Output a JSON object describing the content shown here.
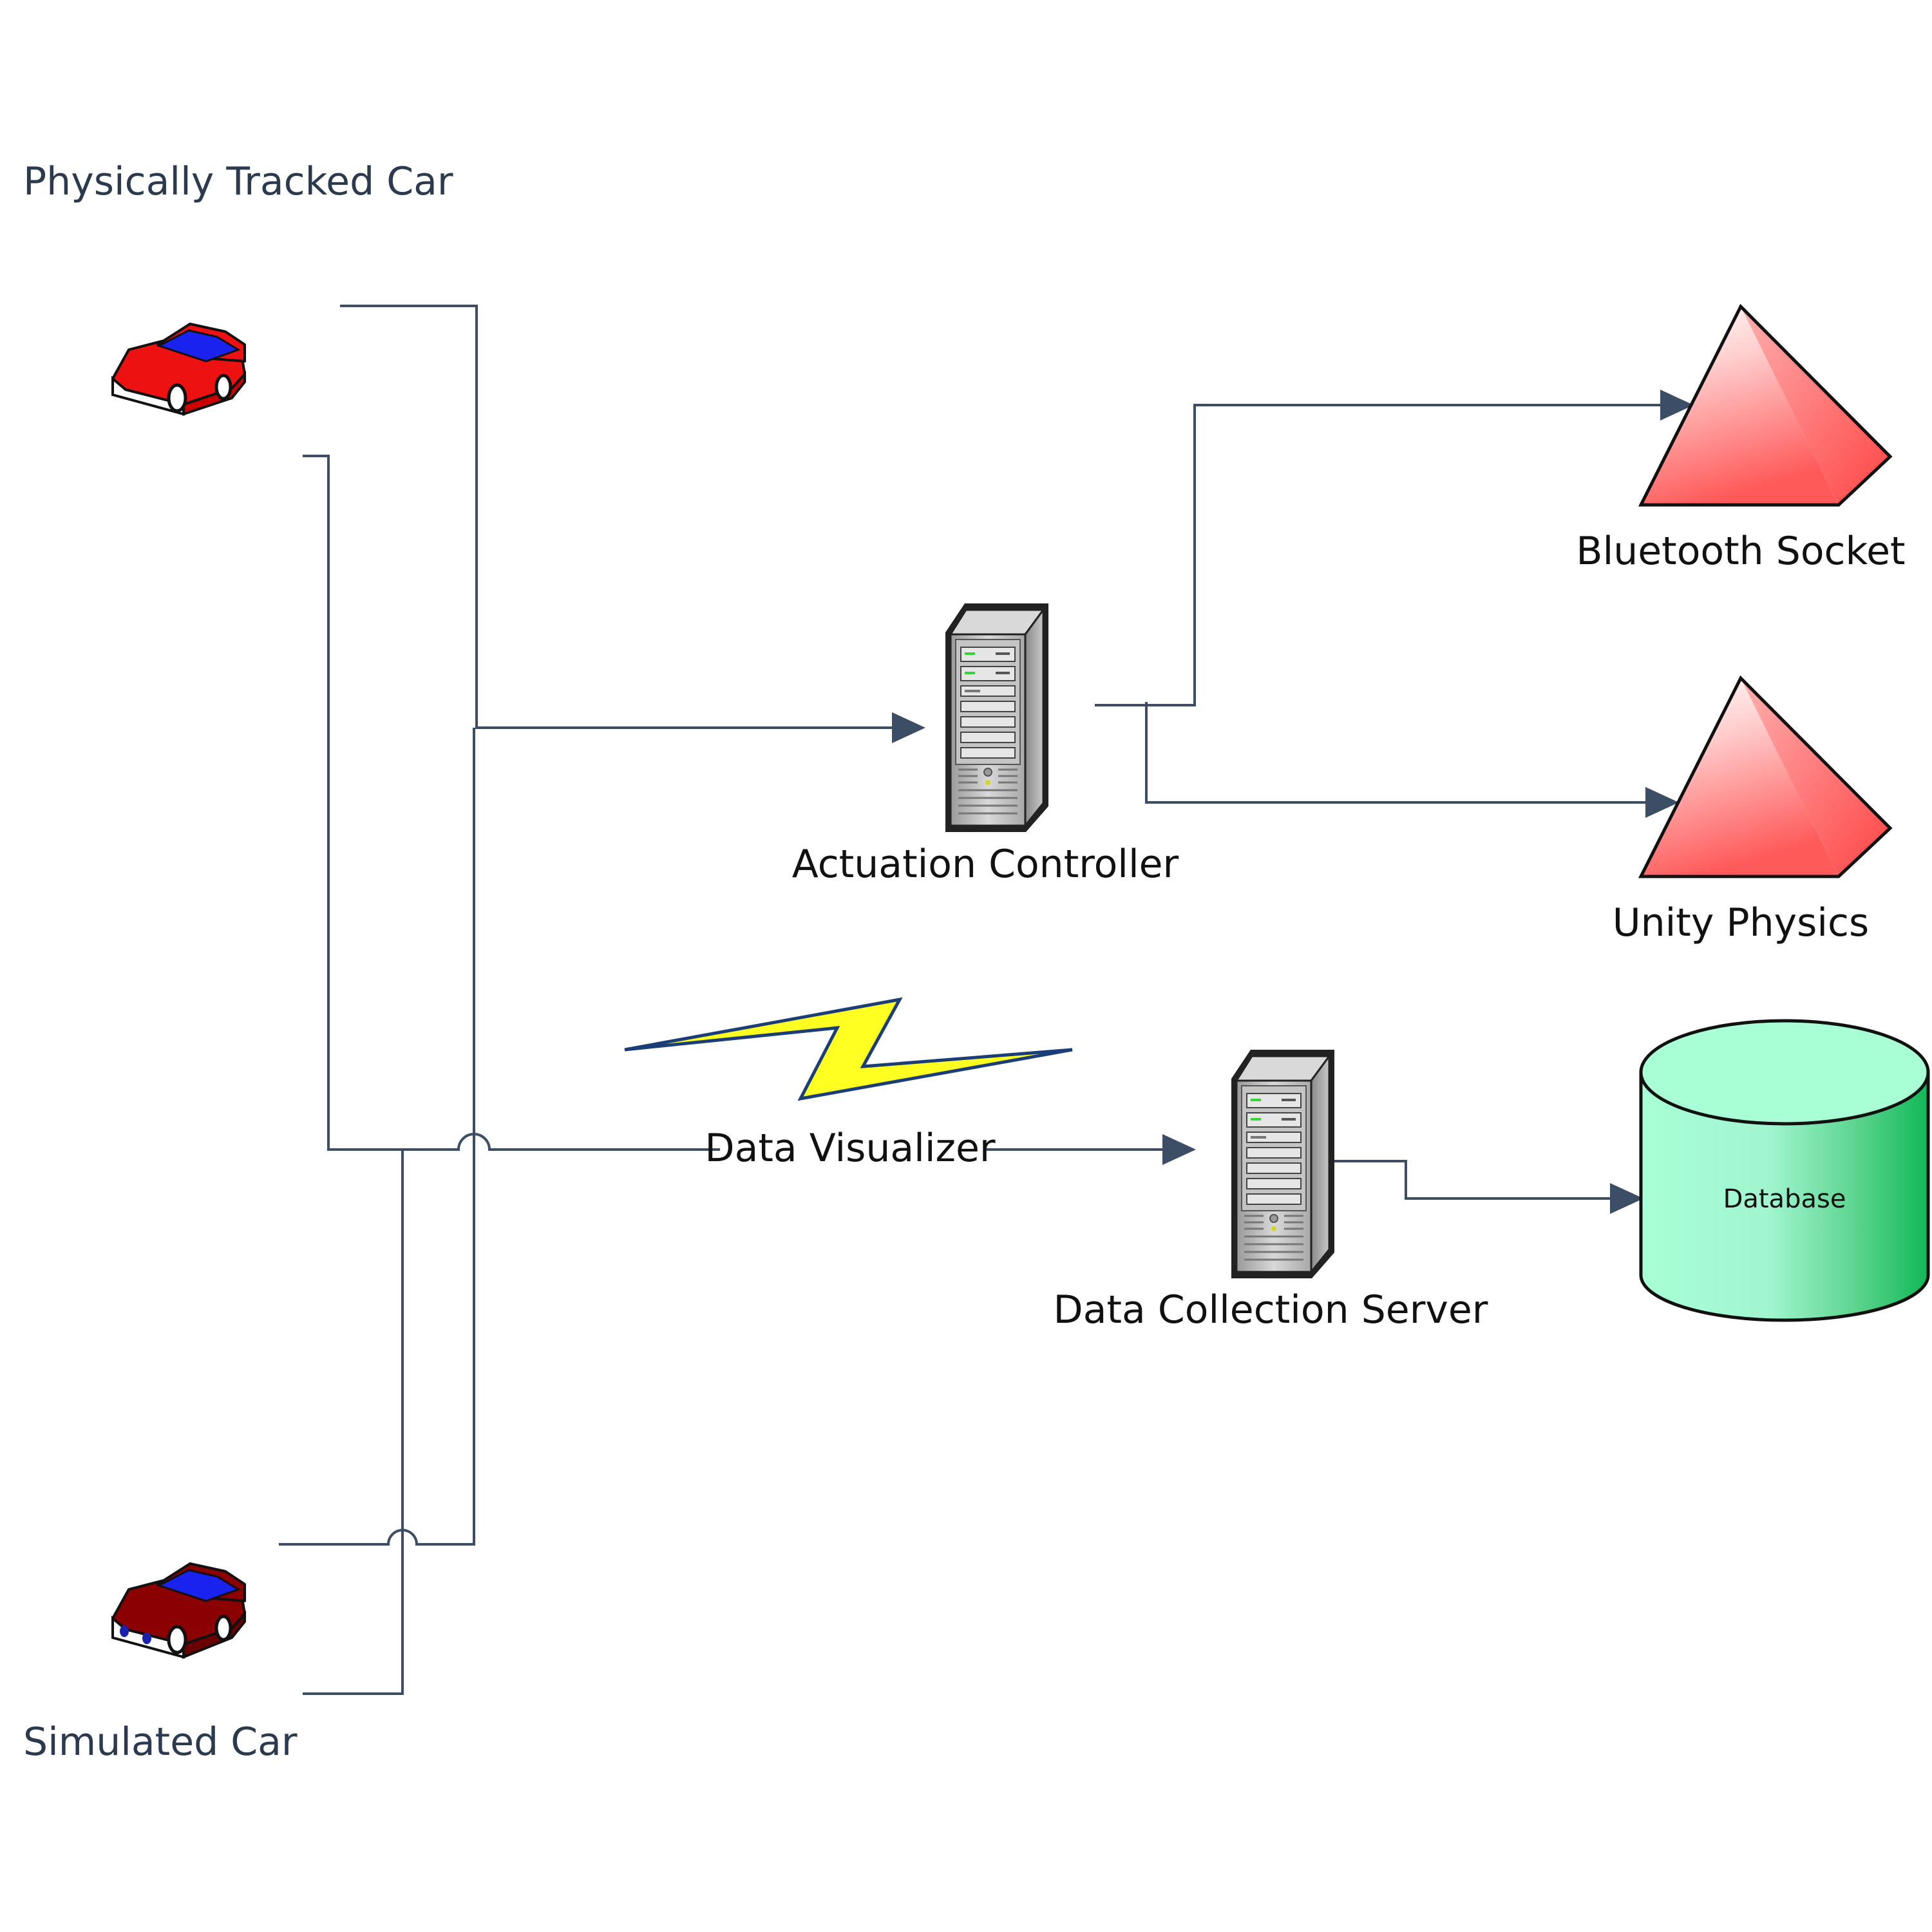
{
  "labels": {
    "physical_car": "Physically Tracked Car",
    "simulated_car": "Simulated Car",
    "actuation_controller": "Actuation Controller",
    "bluetooth_socket": "Bluetooth Socket",
    "unity_physics": "Unity Physics",
    "data_visualizer": "Data Visualizer",
    "data_collection_server": "Data Collection Server",
    "database": "Database"
  },
  "colors": {
    "connector": "#3c4d66",
    "car_red": "#ee1111",
    "car_darkred": "#8b0000",
    "car_window": "#1a22ee",
    "pyramid_fill": "#ff5a5a",
    "pyramid_stroke": "#111111",
    "database_fill": "#a8ffd6",
    "database_shade": "#11b858",
    "lightning_fill": "#ffff22",
    "lightning_stroke": "#1c3e78",
    "server_gray": "#b8b8b8"
  },
  "icons": {
    "physical_car": "car-icon",
    "simulated_car": "car-icon",
    "actuation_controller": "server-tower-icon",
    "data_collection_server": "server-tower-icon",
    "bluetooth_socket": "pyramid-icon",
    "unity_physics": "pyramid-icon",
    "database": "cylinder-database-icon",
    "data_visualizer": "lightning-bolt-icon"
  }
}
